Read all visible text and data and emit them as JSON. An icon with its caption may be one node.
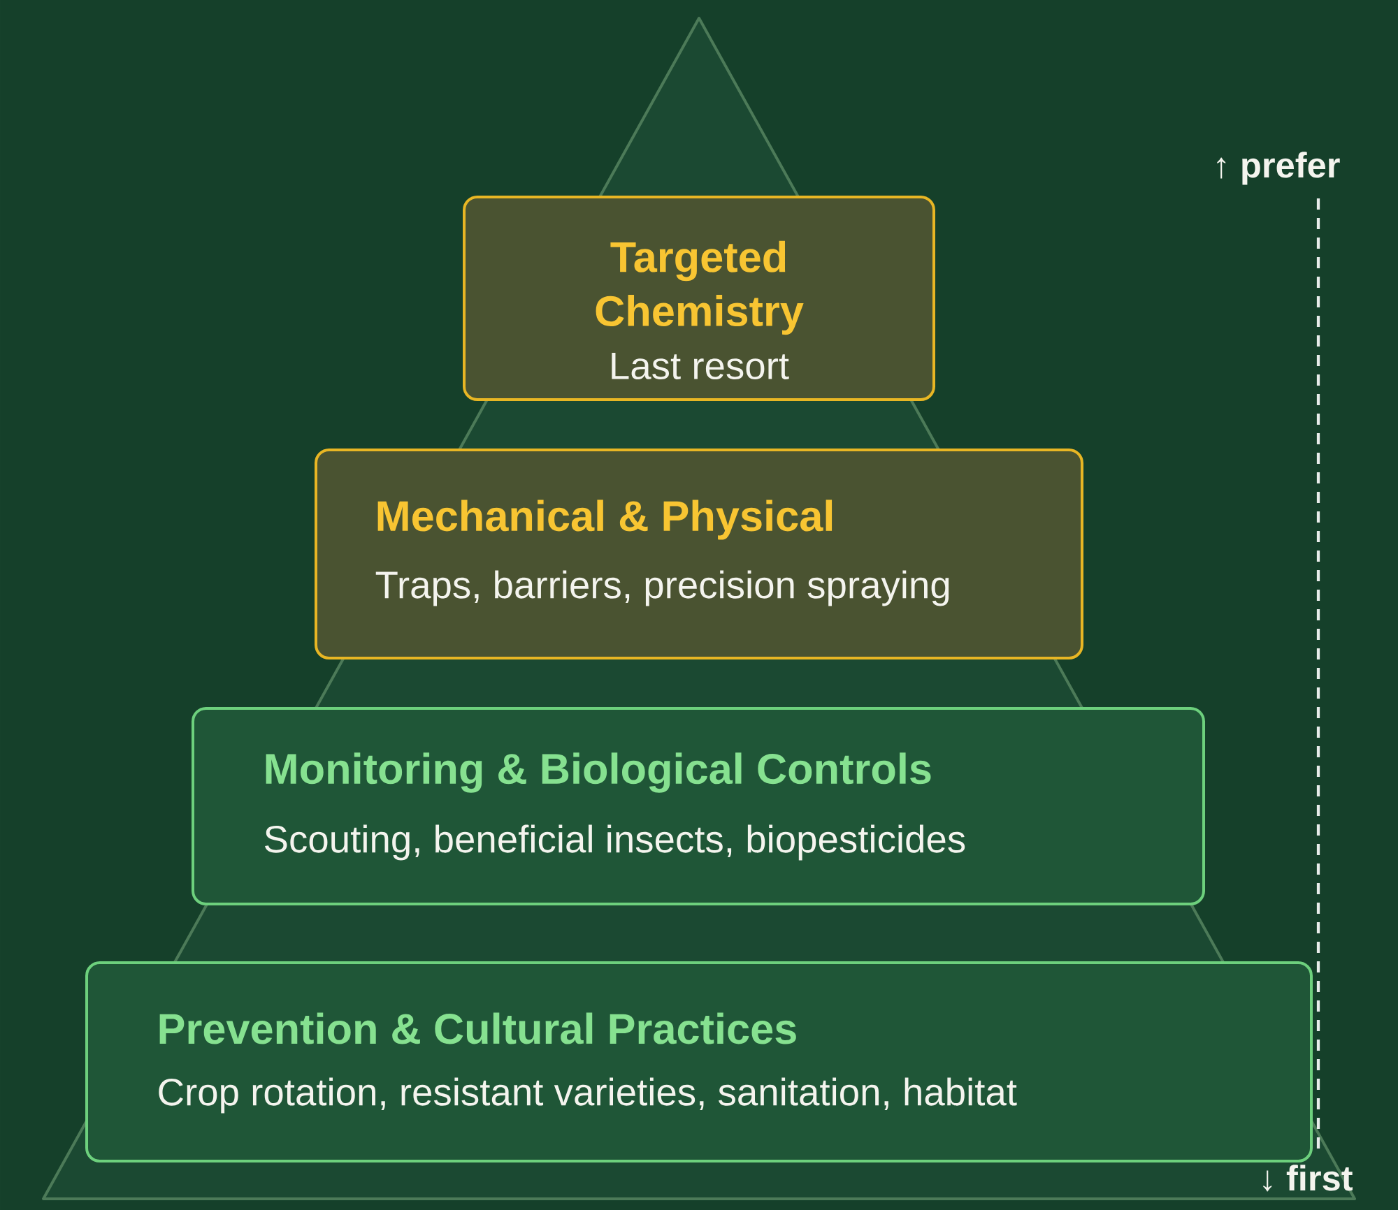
{
  "diagram": {
    "nodes": [
      {
        "text": [
          "Targeted Chemistry",
          "Last resort"
        ]
      },
      {
        "text": [
          "Mechanical & Physical",
          "Traps, barriers, precision spraying"
        ]
      },
      {
        "text": [
          "Monitoring & Biological Controls",
          "Scouting, beneficial insects, biopesticides"
        ]
      },
      {
        "text": [
          "Prevention & Cultural Practices",
          "Crop rotation, resistant varieties, sanitation, habitat"
        ]
      }
    ],
    "labels": [
      "↑ prefer",
      "↓ first"
    ]
  }
}
